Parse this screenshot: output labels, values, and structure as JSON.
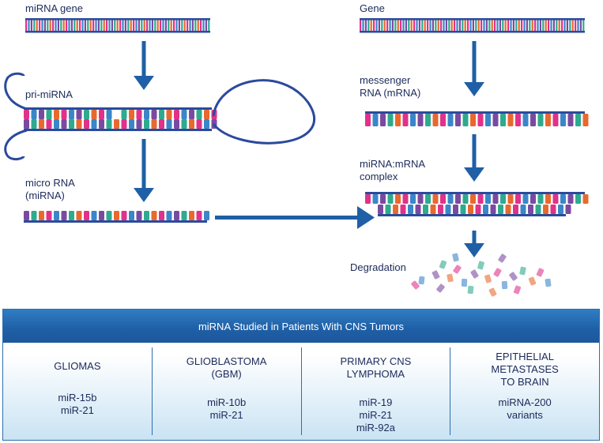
{
  "labels": {
    "mirna_gene": "miRNA gene",
    "gene": "Gene",
    "pri_mirna": "pri-miRNA",
    "mrna": [
      "messenger",
      "RNA (mRNA)"
    ],
    "micro_rna": [
      "micro RNA",
      "(miRNA)"
    ],
    "complex": [
      "miRNA:mRNA",
      "complex"
    ],
    "degradation": "Degradation"
  },
  "colors": {
    "arrow": "#1f5fa6",
    "backbone": "#2b4a9c",
    "base_colors": [
      "#e0328a",
      "#3a86c8",
      "#7a4aa0",
      "#2eaa8e",
      "#e8692e"
    ]
  },
  "table": {
    "header": "miRNA Studied in Patients With CNS Tumors",
    "columns": [
      {
        "title": [
          "GLIOMAS"
        ],
        "mirnas": [
          "miR-15b",
          "miR-21"
        ]
      },
      {
        "title": [
          "GLIOBLASTOMA",
          "(GBM)"
        ],
        "mirnas": [
          "miR-10b",
          "miR-21"
        ]
      },
      {
        "title": [
          "PRIMARY CNS",
          "LYMPHOMA"
        ],
        "mirnas": [
          "miR-19",
          "miR-21",
          "miR-92a"
        ]
      },
      {
        "title": [
          "EPITHELIAL",
          "METASTASES",
          "TO BRAIN"
        ],
        "mirnas": [
          "miRNA-200",
          "variants"
        ]
      }
    ]
  }
}
